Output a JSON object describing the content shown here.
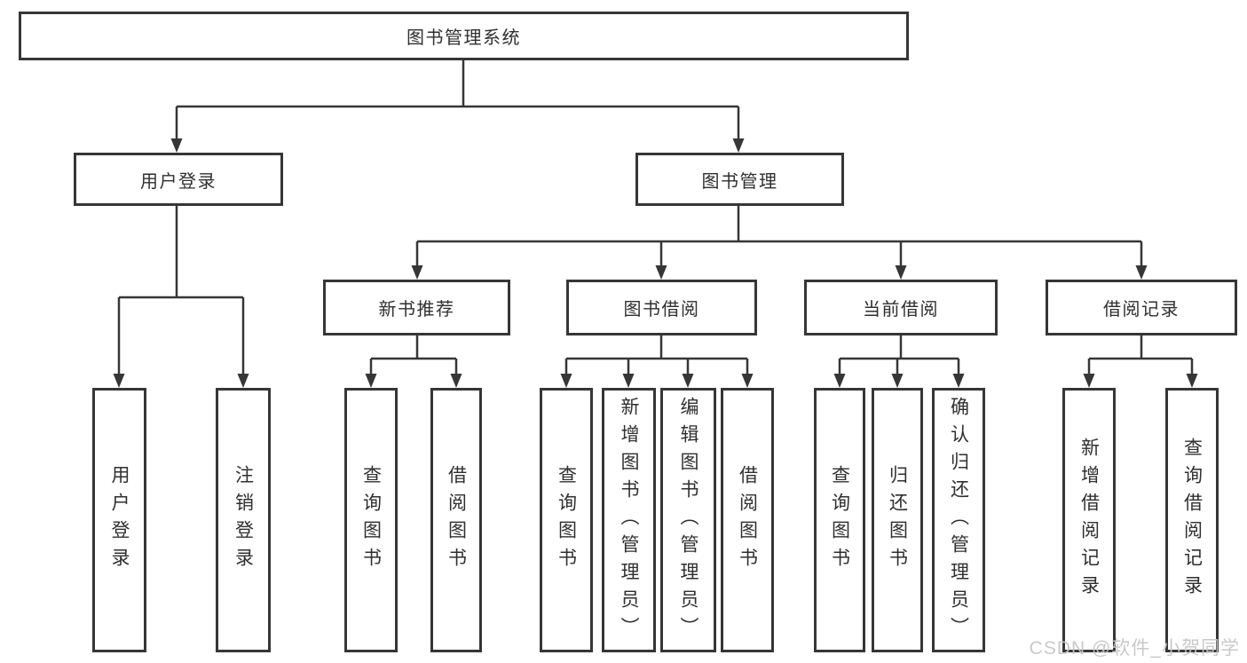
{
  "root": {
    "label": "图书管理系统"
  },
  "branches": {
    "user_login": {
      "label": "用户登录",
      "children": {
        "login": "用户登录",
        "logout": "注销登录"
      }
    },
    "book_mgmt": {
      "label": "图书管理"
    }
  },
  "modules": {
    "new_book": {
      "label": "新书推荐",
      "children": {
        "query": "查询图书",
        "borrow": "借阅图书"
      }
    },
    "book_borrow": {
      "label": "图书借阅",
      "children": {
        "query": "查询图书",
        "add": "新增图书（管理员）",
        "edit": "编辑图书（管理员）",
        "borrow": "借阅图书"
      }
    },
    "current_borrow": {
      "label": "当前借阅",
      "children": {
        "query": "查询图书",
        "return": "归还图书",
        "confirm": "确认归还（管理员）"
      }
    },
    "borrow_record": {
      "label": "借阅记录",
      "children": {
        "add": "新增借阅记录",
        "query": "查询借阅记录"
      }
    }
  },
  "watermark": "CSDN @软件_小贺同学",
  "colors": {
    "line": "#363636",
    "text": "#2f2f2f",
    "background": "#ffffff",
    "watermark": "#c6c6c6"
  }
}
